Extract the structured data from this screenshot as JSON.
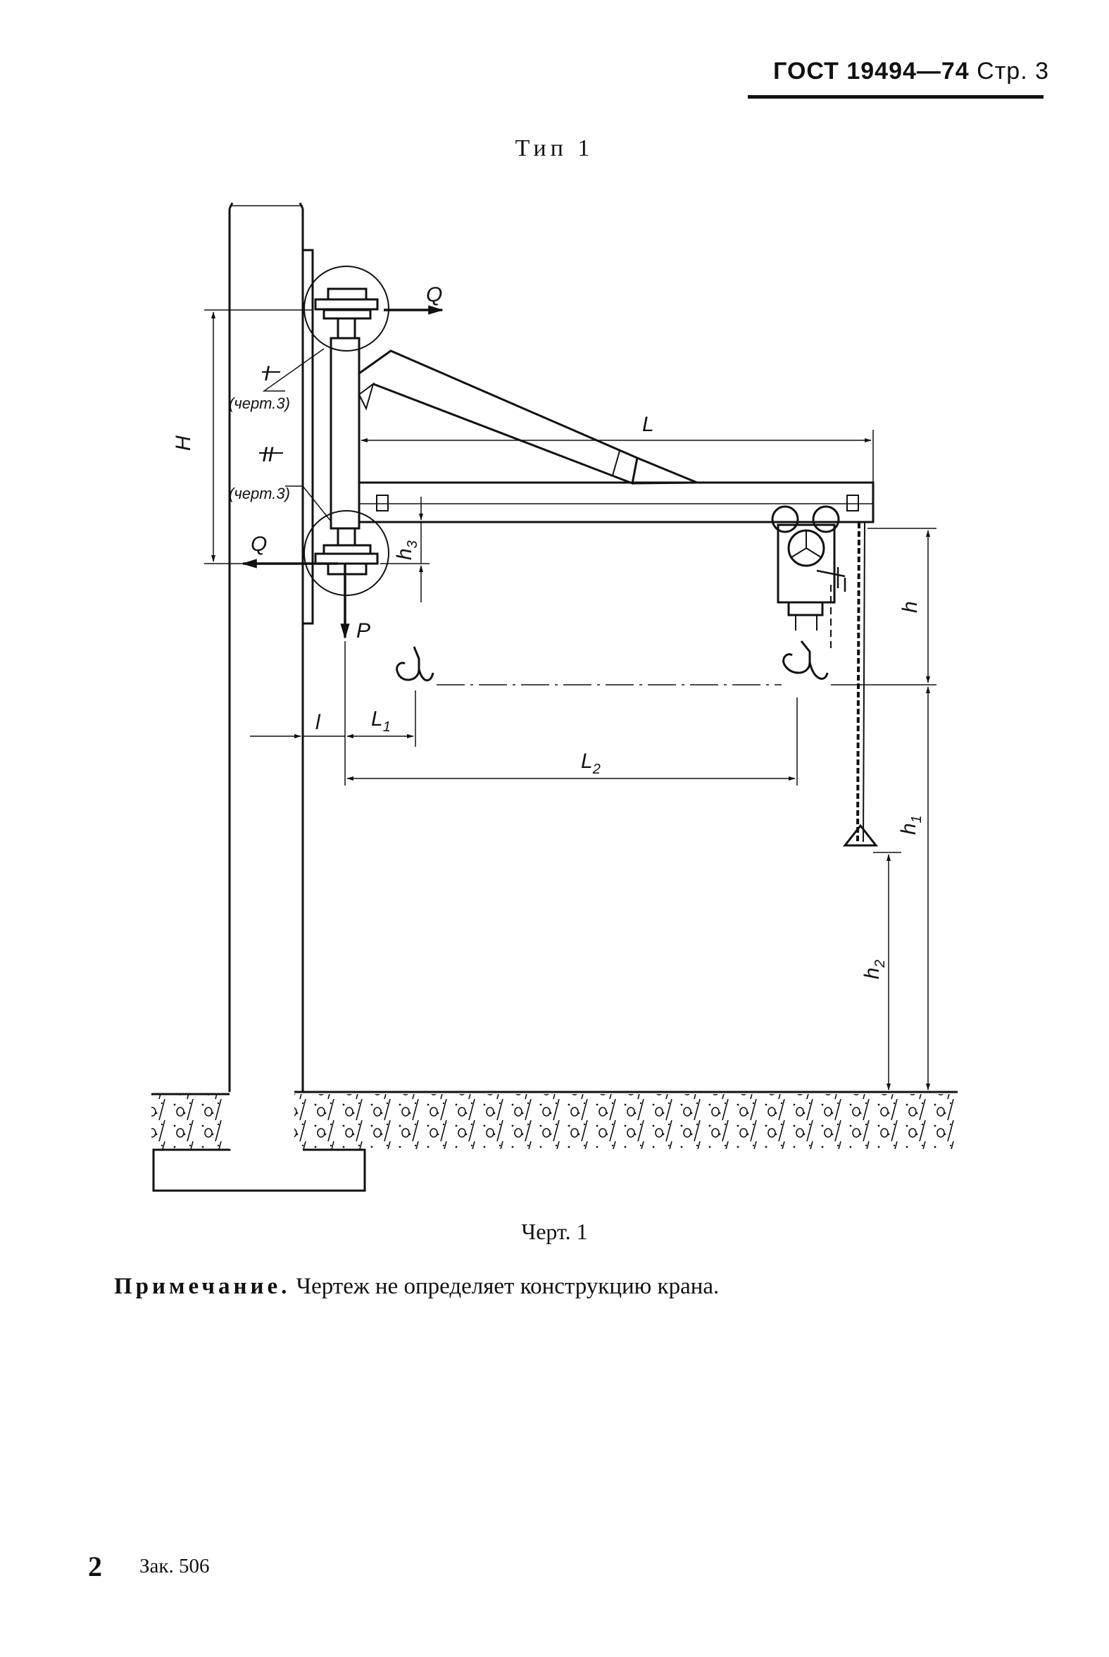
{
  "header": {
    "standard": "ГОСТ 19494—74",
    "page": "Стр. 3"
  },
  "type_title": "Тип 1",
  "drawing_labels": {
    "Q_top": "Q",
    "Q_bottom": "Q",
    "P": "P",
    "H": "H",
    "L": "L",
    "l": "l",
    "L1": "L",
    "L1_sub": "1",
    "L2": "L",
    "L2_sub": "2",
    "h": "h",
    "h1": "h",
    "h1_sub": "1",
    "h2": "h",
    "h2_sub": "2",
    "h3": "h",
    "h3_sub": "3",
    "node_I": "I",
    "node_I_ref": "(черт.3)",
    "node_II": "II",
    "node_II_ref": "(черт.3)"
  },
  "caption": "Черт. 1",
  "note": {
    "label": "Примечание.",
    "text": " Чертеж не определяет конструкцию крана."
  },
  "footer": {
    "page_number": "2",
    "order": "Зак. 506"
  }
}
